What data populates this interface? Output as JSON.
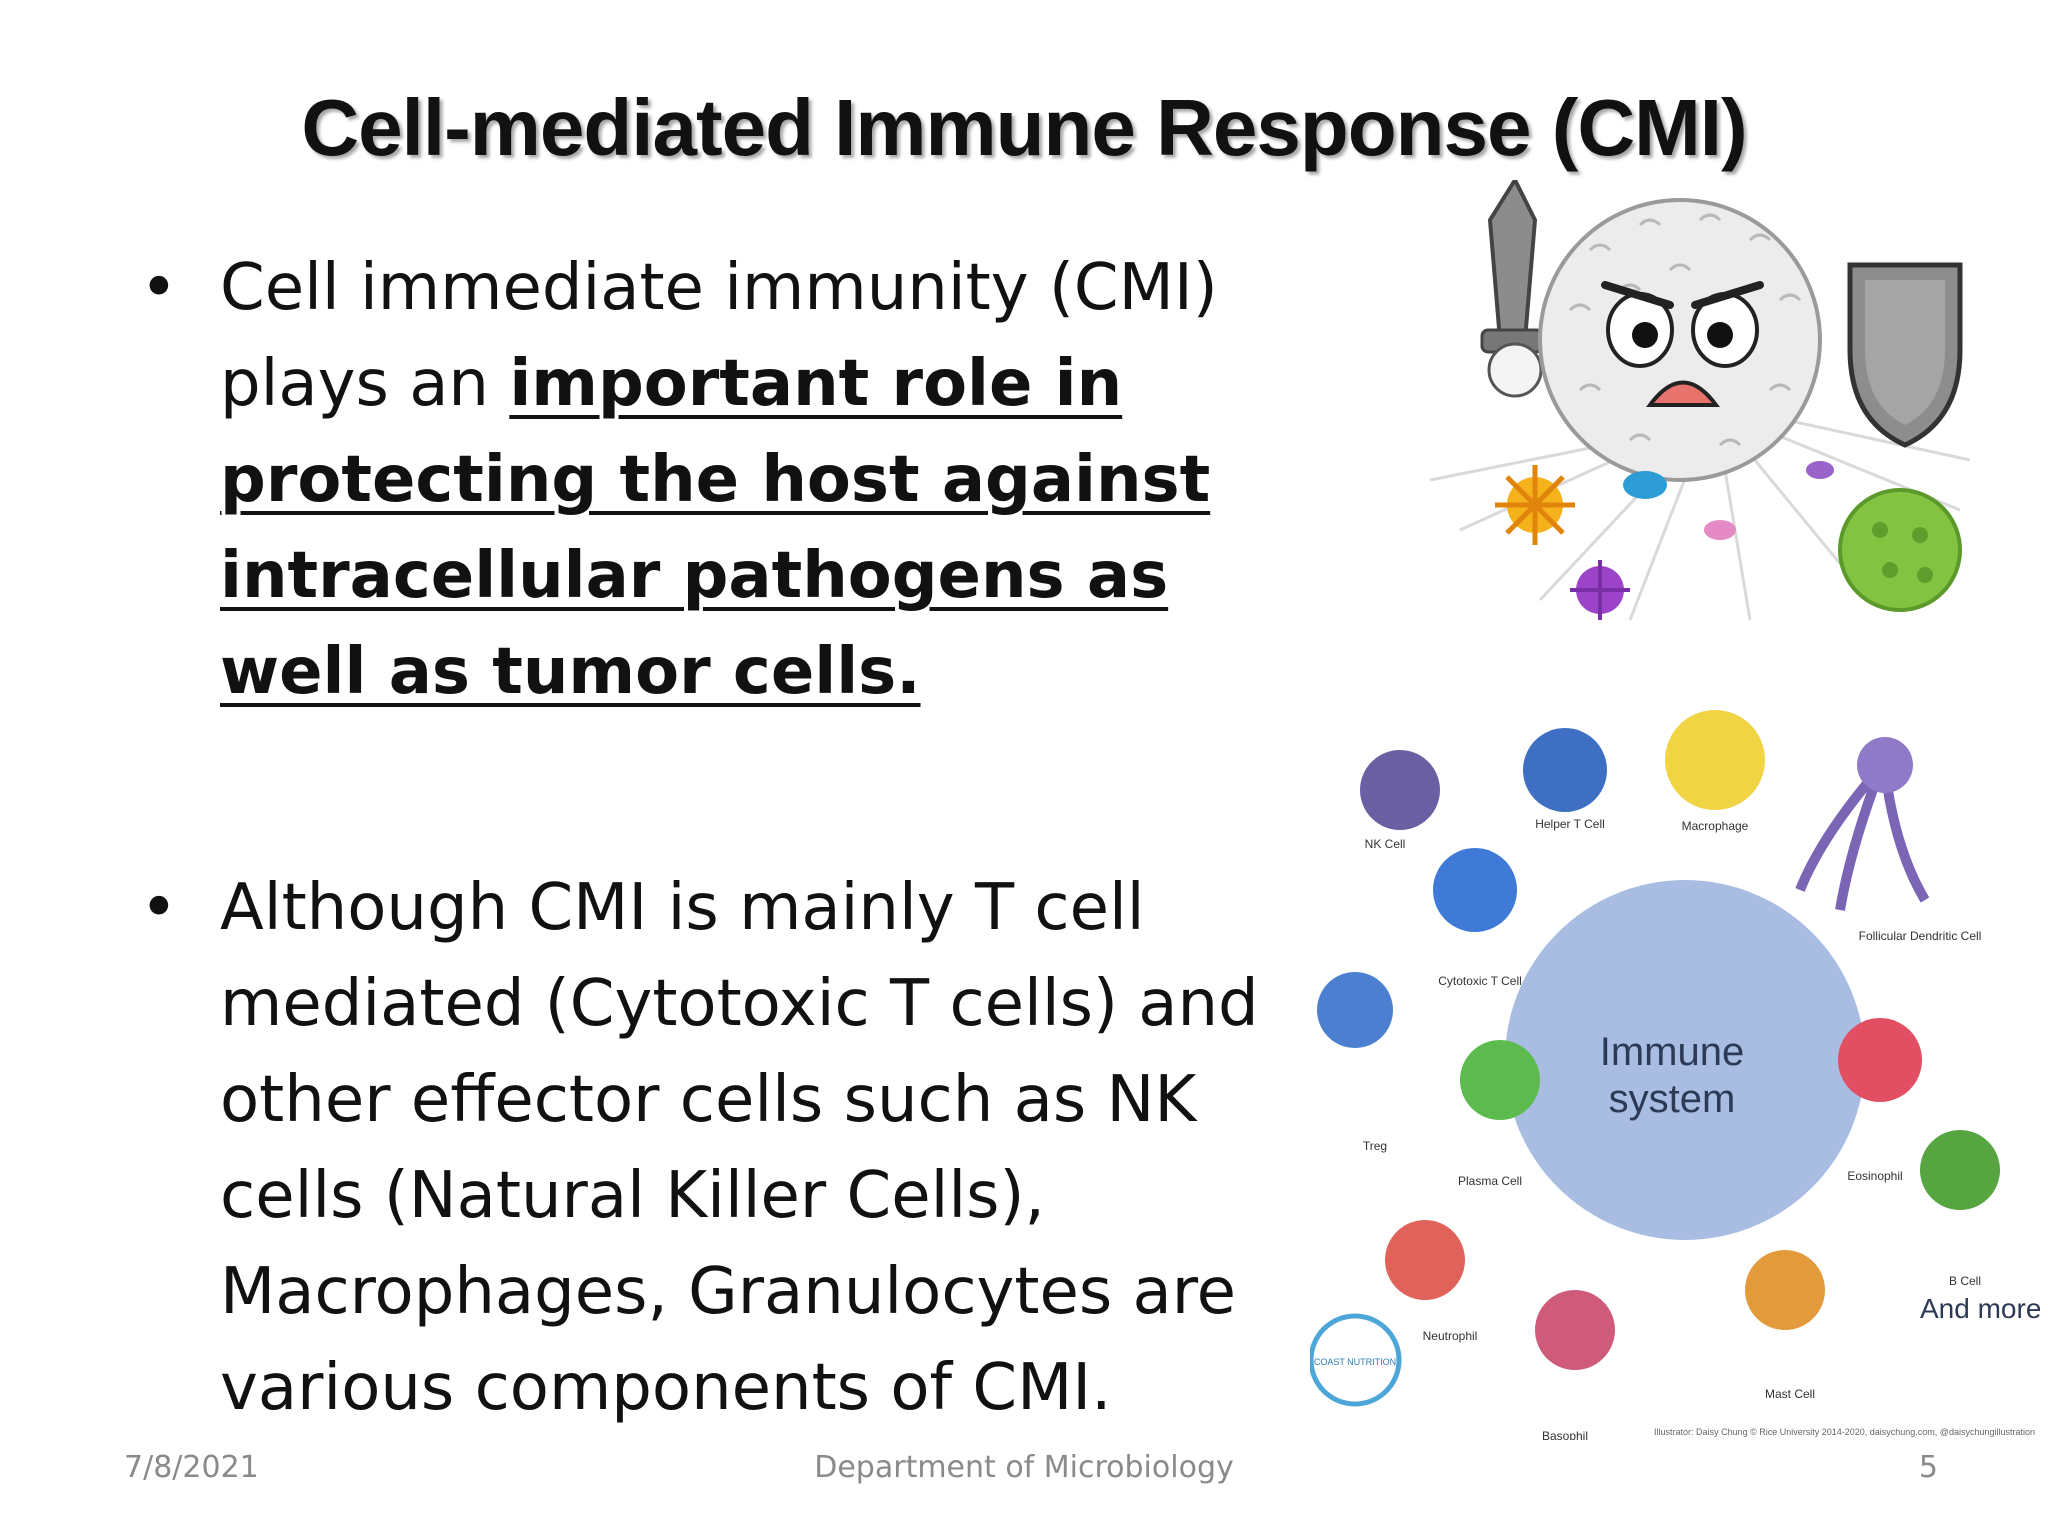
{
  "slide": {
    "title": "Cell-mediated Immune Response (CMI)",
    "bullets": [
      {
        "segments": [
          "Cell immediate immunity (CMI) plays an ",
          "important role in protecting the host against intracellular pathogens as well as tumor cells."
        ]
      },
      {
        "segments": [
          "Although CMI is mainly T cell mediated (Cytotoxic T cells) and other effector cells such as NK cells (Natural Killer Cells), Macrophages, Granulocytes are various components of CMI."
        ]
      }
    ],
    "bullet_symbol": "•",
    "footer": {
      "date": "7/8/2021",
      "department": "Department of Microbiology",
      "page": "5"
    }
  },
  "illustration": {
    "center_label_line1": "Immune",
    "center_label_line2": "system",
    "cell_labels": [
      "NK Cell",
      "Helper T Cell",
      "Macrophage",
      "Follicular Dendritic Cell",
      "Cytotoxic T Cell",
      "Treg",
      "Plasma Cell",
      "Eosinophil",
      "Neutrophil",
      "Basophil",
      "Mast Cell",
      "B Cell"
    ],
    "more_label": "And more...",
    "logo_text": "COAST NUTRITION",
    "credit": "Illustrator: Daisy Chung © Rice University 2014-2020, daisychung.com, @daisychungillustration"
  },
  "colors": {
    "title_text": "#111111",
    "footer_text": "#8a8a8a",
    "immune_circle": "#a9bde3"
  }
}
